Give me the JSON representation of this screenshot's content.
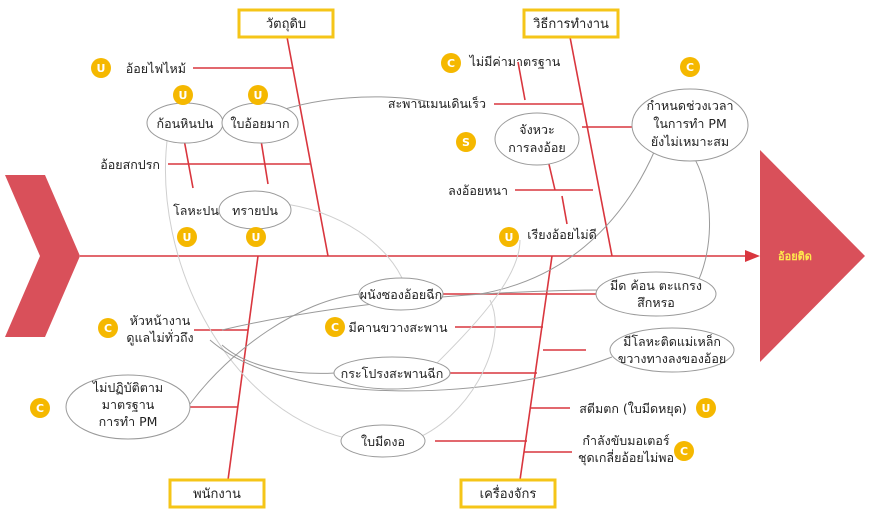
{
  "effect": "อ้อยติด",
  "categories": {
    "material": "วัตถุดิบ",
    "method": "วิธีการทำงาน",
    "man": "พนักงาน",
    "machine": "เครื่องจักร"
  },
  "causes": {
    "m1": "อ้อยไฟไหม้",
    "m2": "ก้อนหินปน",
    "m3": "ใบอ้อยมาก",
    "m4": "อ้อยสกปรก",
    "m5": "โลหะปน",
    "m6": "ทรายปน",
    "w1": "ไม่มีค่ามาตรฐาน",
    "w2": "สะพานเมนเดินเร็ว",
    "w3": "จังหวะ",
    "w3b": "การลงอ้อย",
    "w4a": "กำหนดช่วงเวลา",
    "w4b": "ในการทำ PM",
    "w4c": "ยังไม่เหมาะสม",
    "w5": "ลงอ้อยหนา",
    "w6": "เรียงอ้อยไม่ดี",
    "p1a": "หัวหน้างาน",
    "p1b": "ดูแลไม่ทั่วถึง",
    "p2a": "ไม่ปฏิบัติตาม",
    "p2b": "มาตรฐาน",
    "p2c": "การทำ PM",
    "k1": "ผนังซองอ้อยฉีก",
    "k2": "มีคานขวางสะพาน",
    "k3": "กระโปรงสะพานฉีก",
    "k4": "ใบมีดงอ",
    "k5a": "มีด ค้อน ตะแกรง",
    "k5b": "สึกหรอ",
    "k6a": "มีโลหะติดแม่เหล็ก",
    "k6b": "ขวางทางลงของอ้อย",
    "k7": "สตีมตก (ใบมีดหยุด)",
    "k8a": "กำลังขับมอเตอร์",
    "k8b": "ชุดเกลี่ยอ้อยไม่พอ"
  },
  "badges": {
    "u": "U",
    "c": "C",
    "s": "S"
  },
  "colors": {
    "line": "#d9363e",
    "arrow_fill": "#d9505a",
    "badge": "#f5b800",
    "category_border": "#f5c518"
  }
}
